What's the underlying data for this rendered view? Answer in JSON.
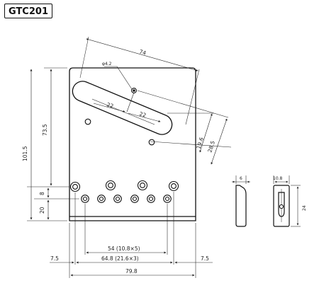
{
  "model": "GTC201",
  "dimensions": {
    "slot_length": "74",
    "hole_dia": "φ4.2",
    "slot_left": "22",
    "slot_right": "22",
    "slot_width_a": "19.6",
    "slot_width_b": "28.5",
    "height_upper": "73.5",
    "height_total": "101.5",
    "row_gap": "8",
    "bottom_offset": "20",
    "spacing_row_a": "54 (10.8×5)",
    "spacing_row_b": "64.8 (21.6×3)",
    "margin_left": "7.5",
    "margin_right": "7.5",
    "total_width": "79.8",
    "side_thickness": "6",
    "side_width": "10.8",
    "side_height": "24"
  }
}
